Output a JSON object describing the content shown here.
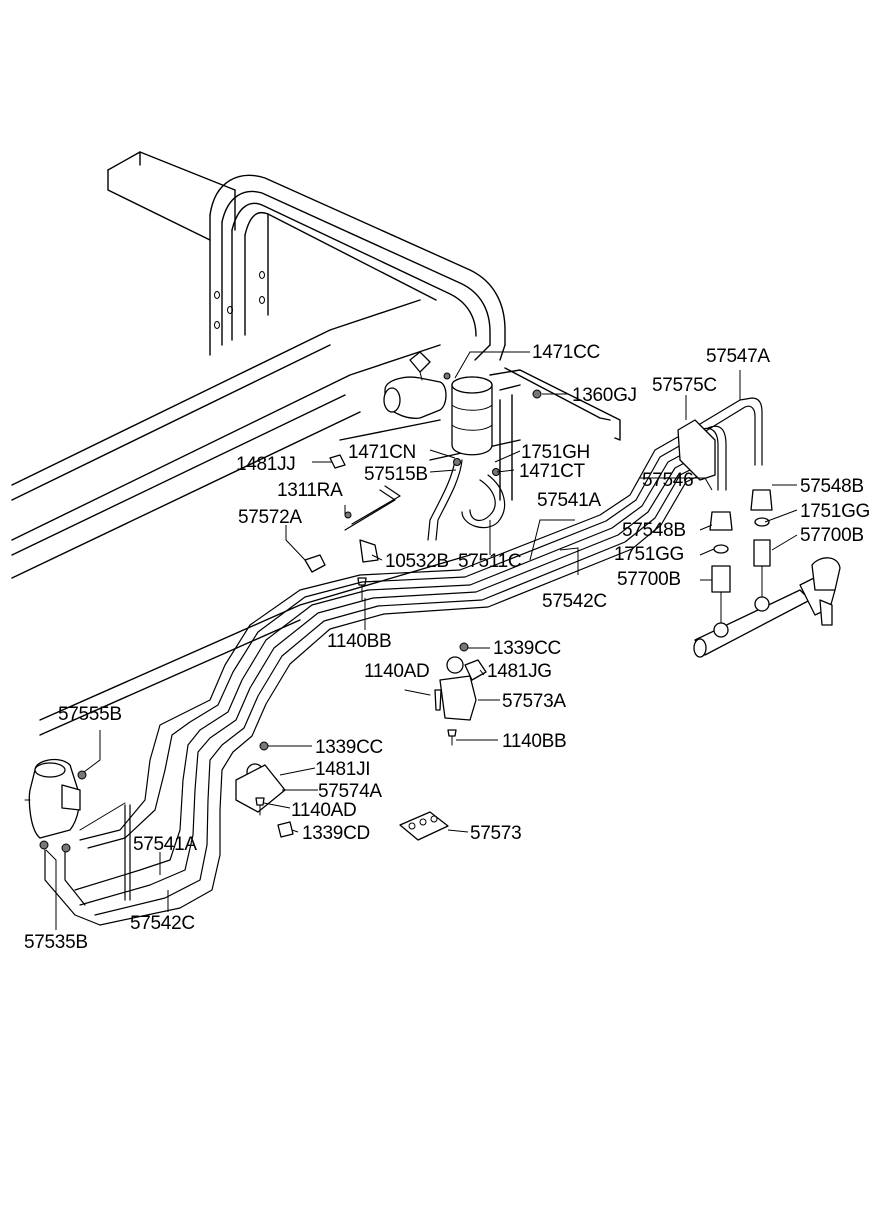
{
  "labels": [
    {
      "id": "lbl-1471cc",
      "text": "1471CC"
    },
    {
      "id": "lbl-57547a",
      "text": "57547A"
    },
    {
      "id": "lbl-1360gj",
      "text": "1360GJ"
    },
    {
      "id": "lbl-57575c",
      "text": "57575C"
    },
    {
      "id": "lbl-1471cn",
      "text": "1471CN"
    },
    {
      "id": "lbl-1751gh",
      "text": "1751GH"
    },
    {
      "id": "lbl-1481jj",
      "text": "1481JJ"
    },
    {
      "id": "lbl-57515b",
      "text": "57515B"
    },
    {
      "id": "lbl-1471ct",
      "text": "1471CT"
    },
    {
      "id": "lbl-57546",
      "text": "57546"
    },
    {
      "id": "lbl-1311ra",
      "text": "1311RA"
    },
    {
      "id": "lbl-57548b-right",
      "text": "57548B"
    },
    {
      "id": "lbl-57541a-top",
      "text": "57541A"
    },
    {
      "id": "lbl-57572a",
      "text": "57572A"
    },
    {
      "id": "lbl-1751gg-right",
      "text": "1751GG"
    },
    {
      "id": "lbl-57548b-left",
      "text": "57548B"
    },
    {
      "id": "lbl-57700b-right",
      "text": "57700B"
    },
    {
      "id": "lbl-1751gg-left",
      "text": "1751GG"
    },
    {
      "id": "lbl-10532b",
      "text": "10532B"
    },
    {
      "id": "lbl-57511c",
      "text": "57511C"
    },
    {
      "id": "lbl-57700b-left",
      "text": "57700B"
    },
    {
      "id": "lbl-57542c-top",
      "text": "57542C"
    },
    {
      "id": "lbl-1140bb-top",
      "text": "1140BB"
    },
    {
      "id": "lbl-1339cc-top",
      "text": "1339CC"
    },
    {
      "id": "lbl-1140ad-top",
      "text": "1140AD"
    },
    {
      "id": "lbl-1481jg",
      "text": "1481JG"
    },
    {
      "id": "lbl-57573a",
      "text": "57573A"
    },
    {
      "id": "lbl-57555b",
      "text": "57555B"
    },
    {
      "id": "lbl-1140bb-bottom",
      "text": "1140BB"
    },
    {
      "id": "lbl-1339cc-bottom",
      "text": "1339CC"
    },
    {
      "id": "lbl-1481ji",
      "text": "1481JI"
    },
    {
      "id": "lbl-57574a",
      "text": "57574A"
    },
    {
      "id": "lbl-1140ad-bottom",
      "text": "1140AD"
    },
    {
      "id": "lbl-1339cd",
      "text": "1339CD"
    },
    {
      "id": "lbl-57573",
      "text": "57573"
    },
    {
      "id": "lbl-57541a-bottom",
      "text": "57541A"
    },
    {
      "id": "lbl-57535b",
      "text": "57535B"
    },
    {
      "id": "lbl-57542c-bottom",
      "text": "57542C"
    }
  ]
}
